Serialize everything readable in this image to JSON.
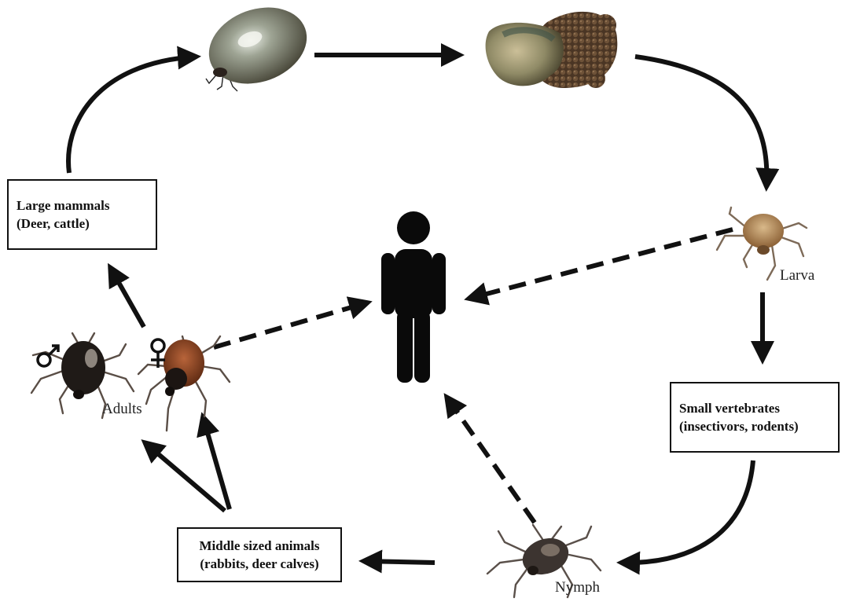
{
  "hosts": {
    "large": {
      "line1": "Large mammals",
      "line2": "(Deer, cattle)"
    },
    "small": {
      "line1": "Small vertebrates",
      "line2": "(insectivors, rodents)"
    },
    "middle": {
      "line1": "Middle sized animals",
      "line2": "(rabbits, deer calves)"
    }
  },
  "stages": {
    "larva": "Larva",
    "nymph": "Nymph",
    "adults": "Adults"
  },
  "colors": {
    "arrow": "#111111",
    "human": "#0a0a0a",
    "engorged_tick": "#8a8a7a",
    "egg_mass": "#5e4632",
    "tick_brown": "#6b3a1e",
    "tick_dark": "#2a211c"
  }
}
